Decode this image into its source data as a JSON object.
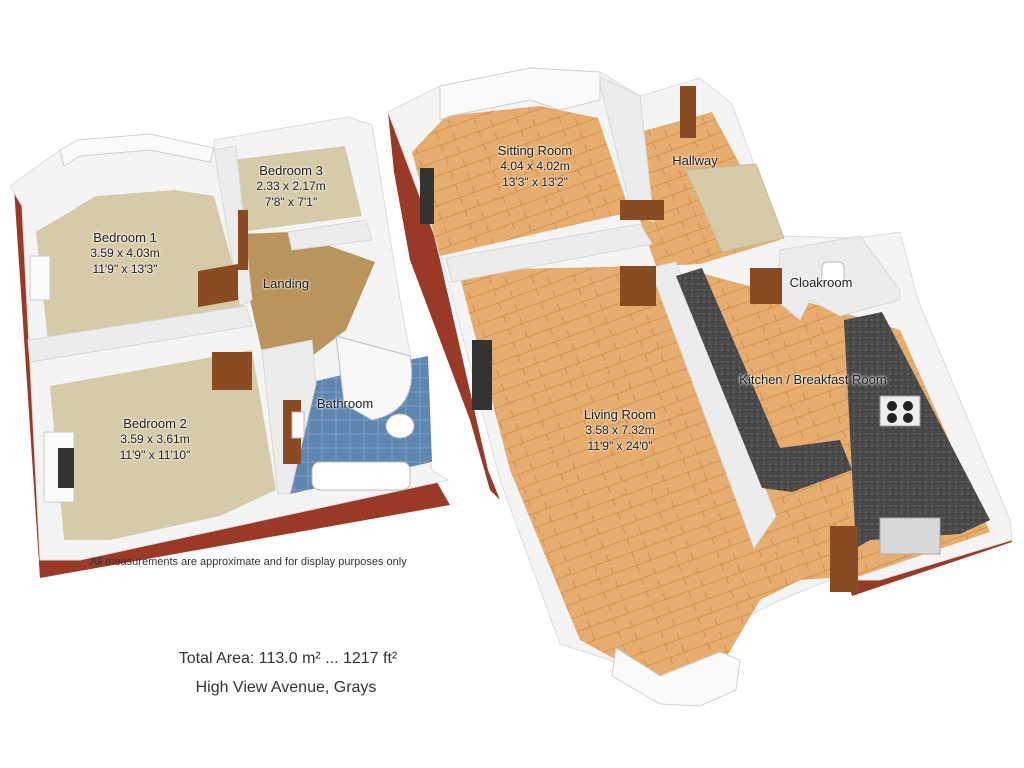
{
  "rooms": {
    "bedroom1": {
      "name": "Bedroom 1",
      "metric": "3.59 x 4.03m",
      "imperial": "11'9\" x 13'3\""
    },
    "bedroom2": {
      "name": "Bedroom 2",
      "metric": "3.59 x 3.61m",
      "imperial": "11'9\" x 11'10\""
    },
    "bedroom3": {
      "name": "Bedroom 3",
      "metric": "2.33 x 2.17m",
      "imperial": "7'8\" x 7'1\""
    },
    "landing": {
      "name": "Landing"
    },
    "bathroom": {
      "name": "Bathroom"
    },
    "sitting_room": {
      "name": "Sitting Room",
      "metric": "4.04 x 4.02m",
      "imperial": "13'3\" x 13'2\""
    },
    "hallway": {
      "name": "Hallway"
    },
    "cloakroom": {
      "name": "Cloakroom"
    },
    "kitchen": {
      "name": "Kitchen / Breakfast Room"
    },
    "living_room": {
      "name": "Living Room",
      "metric": "3.58 x 7.32m",
      "imperial": "11'9\" x 24'0\""
    }
  },
  "disclaimer": "All measurements are approximate and for display purposes only",
  "total_area": "Total Area: 113.0 m² ... 1217 ft²",
  "address": "High View Avenue, Grays",
  "colors": {
    "wall": "#f4f4f4",
    "brick": "#9a3a26",
    "carpet": "#d6cba8",
    "landing_carpet": "#b9945c",
    "wood_floor": "#e6ad6e",
    "tile": "#5d86b0",
    "worktop": "#4a4a4a",
    "door": "#8a4a22"
  }
}
